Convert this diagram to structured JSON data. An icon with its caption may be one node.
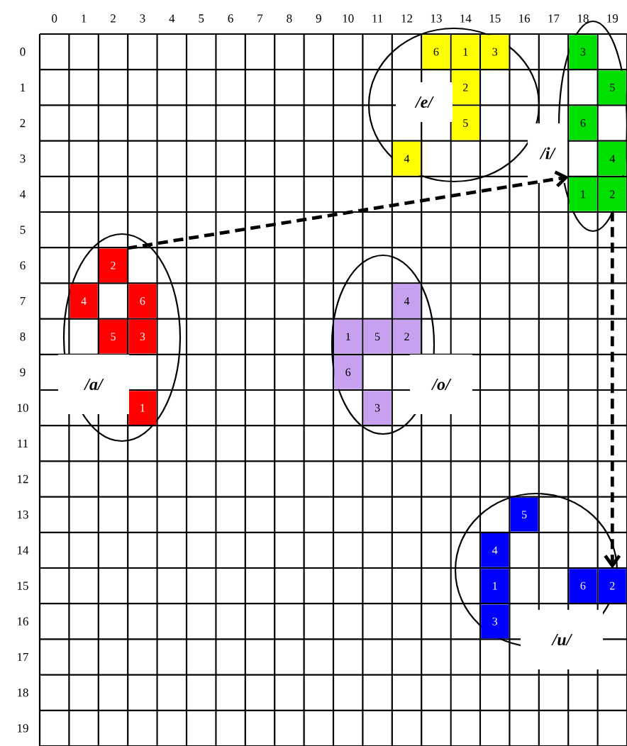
{
  "diagram": {
    "nodes": [
      {
        "text": [
          "/a/"
        ]
      },
      {
        "text": [
          "2"
        ]
      },
      {
        "text": [
          "4"
        ]
      },
      {
        "text": [
          "6"
        ]
      },
      {
        "text": [
          "5"
        ]
      },
      {
        "text": [
          "3"
        ]
      },
      {
        "text": [
          "1"
        ]
      },
      {
        "text": [
          "/e/"
        ]
      },
      {
        "text": [
          "6"
        ]
      },
      {
        "text": [
          "1"
        ]
      },
      {
        "text": [
          "3"
        ]
      },
      {
        "text": [
          "2"
        ]
      },
      {
        "text": [
          "5"
        ]
      },
      {
        "text": [
          "4"
        ]
      },
      {
        "text": [
          "/i/"
        ]
      },
      {
        "text": [
          "3"
        ]
      },
      {
        "text": [
          "5"
        ]
      },
      {
        "text": [
          "6"
        ]
      },
      {
        "text": [
          "4"
        ]
      },
      {
        "text": [
          "1"
        ]
      },
      {
        "text": [
          "2"
        ]
      },
      {
        "text": [
          "/o/"
        ]
      },
      {
        "text": [
          "4"
        ]
      },
      {
        "text": [
          "1"
        ]
      },
      {
        "text": [
          "5"
        ]
      },
      {
        "text": [
          "2"
        ]
      },
      {
        "text": [
          "6"
        ]
      },
      {
        "text": [
          "3"
        ]
      },
      {
        "text": [
          "/u/"
        ]
      },
      {
        "text": [
          "5"
        ]
      },
      {
        "text": [
          "4"
        ]
      },
      {
        "text": [
          "1"
        ]
      },
      {
        "text": [
          "6"
        ]
      },
      {
        "text": [
          "2"
        ]
      },
      {
        "text": [
          "3"
        ]
      }
    ],
    "edges": [
      {
        "from": 1,
        "to": 19,
        "arrow": "to",
        "style": "dashed"
      },
      {
        "from": 20,
        "to": 33,
        "arrow": "to",
        "style": "dashed"
      }
    ],
    "labels": [
      "0",
      "1",
      "2",
      "3",
      "4",
      "5",
      "6",
      "7",
      "8",
      "9",
      "10",
      "11",
      "12",
      "13",
      "14",
      "15",
      "16",
      "17",
      "18",
      "19",
      "0",
      "1",
      "2",
      "3",
      "4",
      "5",
      "6",
      "7",
      "8",
      "9",
      "10",
      "11",
      "12",
      "13",
      "14",
      "15",
      "16",
      "17",
      "18",
      "19"
    ]
  }
}
